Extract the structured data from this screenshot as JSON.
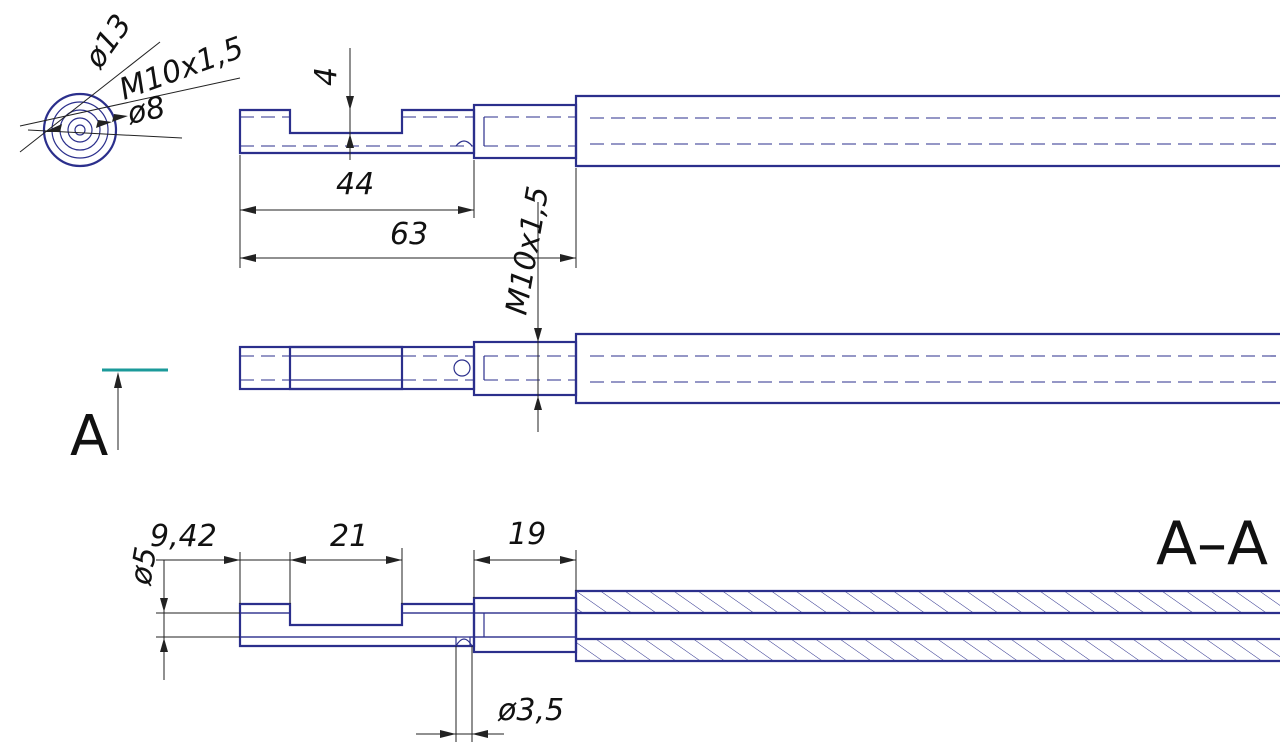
{
  "drawing": {
    "end_view_labels": {
      "d13": "ø13",
      "thread": "M10x1,5",
      "d8": "ø8"
    },
    "top_view": {
      "dim_slot_depth": "4",
      "dim_slot_len": "44",
      "dim_len": "63"
    },
    "side_view": {
      "thread_label": "M10x1,5",
      "cut_label": "A"
    },
    "section": {
      "title": "A–A",
      "dim_diam_bore": "ø5",
      "dim_offset": "9,42",
      "dim_slot": "21",
      "dim_thread_len": "19",
      "dim_hole": "ø3,5"
    },
    "colors": {
      "part": "#2b2f8c",
      "cutting_plane": "#1b9a9a"
    }
  }
}
